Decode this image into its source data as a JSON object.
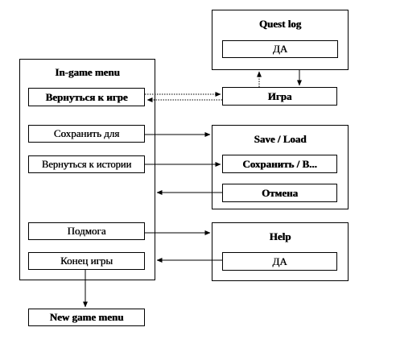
{
  "quest_log": {
    "title": "Quest log",
    "yes_button": "ДА"
  },
  "game_box": {
    "label": "Игра"
  },
  "ingame_menu": {
    "title": "In-game menu",
    "return_to_game": "Вернуться к игре",
    "save_game": "Сохранить для",
    "return_to_history": "Вернуться к истории",
    "help": "Подмога",
    "end_game": "Конец игры"
  },
  "save_load": {
    "title": "Save / Load",
    "save_button": "Сохранить / В...",
    "cancel_button": "Отмена"
  },
  "help_panel": {
    "title": "Help",
    "yes_button": "ДА"
  },
  "new_game_menu": {
    "label": "New game menu"
  }
}
